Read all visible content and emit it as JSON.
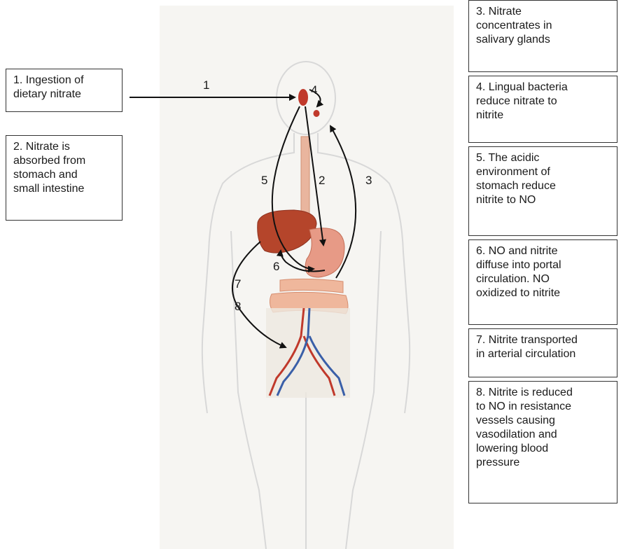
{
  "steps": [
    "1. Ingestion of\ndietary nitrate",
    "2. Nitrate is\nabsorbed from\nstomach and\nsmall intestine",
    "3. Nitrate\nconcentrates in\nsalivary glands",
    "4. Lingual bacteria\nreduce nitrate to\nnitrite",
    "5. The acidic\nenvironment of\nstomach reduce\nnitrite to NO",
    "6. NO and nitrite\ndiffuse into portal\ncirculation.  NO\noxidized to nitrite",
    "7. Nitrite transported\nin arterial circulation",
    "8. Nitrite is reduced\nto NO in resistance\nvessels causing\nvasodilation and\nlowering blood\npressure"
  ],
  "arrow_labels": {
    "n1": "1",
    "n2": "2",
    "n3": "3",
    "n4": "4",
    "n5": "5",
    "n6": "6",
    "n7": "7",
    "n8": "8"
  },
  "colors": {
    "organ_red": "#c0392b",
    "liver": "#b5452b",
    "intestine": "#e8a88a",
    "artery": "#c0392b",
    "vein": "#3a5fa8",
    "silhouette": "#dcdcdc"
  }
}
